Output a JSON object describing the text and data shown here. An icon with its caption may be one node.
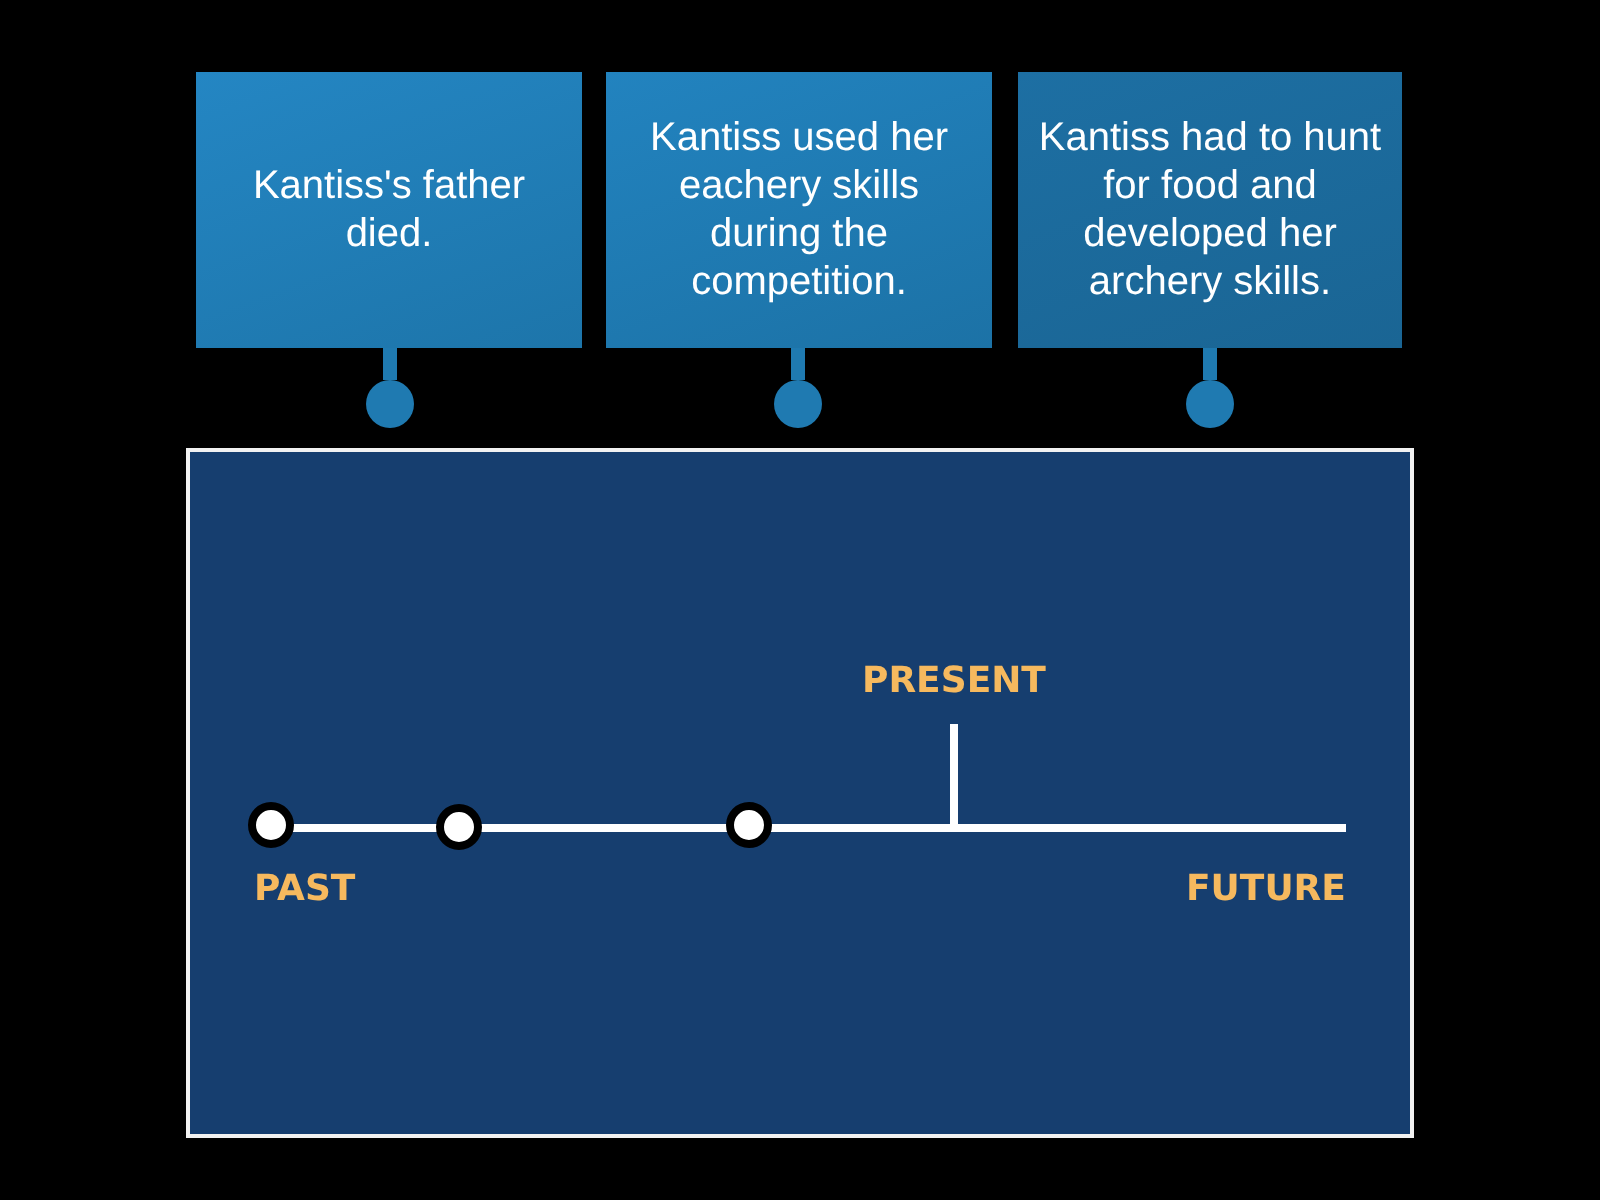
{
  "diagram": {
    "nodes": [
      {
        "text": [
          "Kantiss's father died."
        ]
      },
      {
        "text": [
          "Kantiss used her eachery skills during the competition."
        ]
      },
      {
        "text": [
          "Kantiss had to hunt for food and developed her archery skills."
        ]
      },
      {
        "text": [],
        "shape": "circle"
      },
      {
        "text": [],
        "shape": "circle"
      },
      {
        "text": [],
        "shape": "circle"
      },
      {
        "text": [],
        "shape": "box"
      },
      {
        "text": [],
        "shape": "circle",
        "in": 6
      },
      {
        "text": [],
        "shape": "circle",
        "in": 6
      },
      {
        "text": [],
        "shape": "circle",
        "in": 6
      }
    ],
    "edges": [
      {
        "from": 0,
        "to": 3,
        "arrow": "none"
      },
      {
        "from": 1,
        "to": 4,
        "arrow": "none"
      },
      {
        "from": 2,
        "to": 5,
        "arrow": "none"
      }
    ],
    "labels": [
      "PRESENT",
      "PAST",
      "FUTURE"
    ]
  }
}
